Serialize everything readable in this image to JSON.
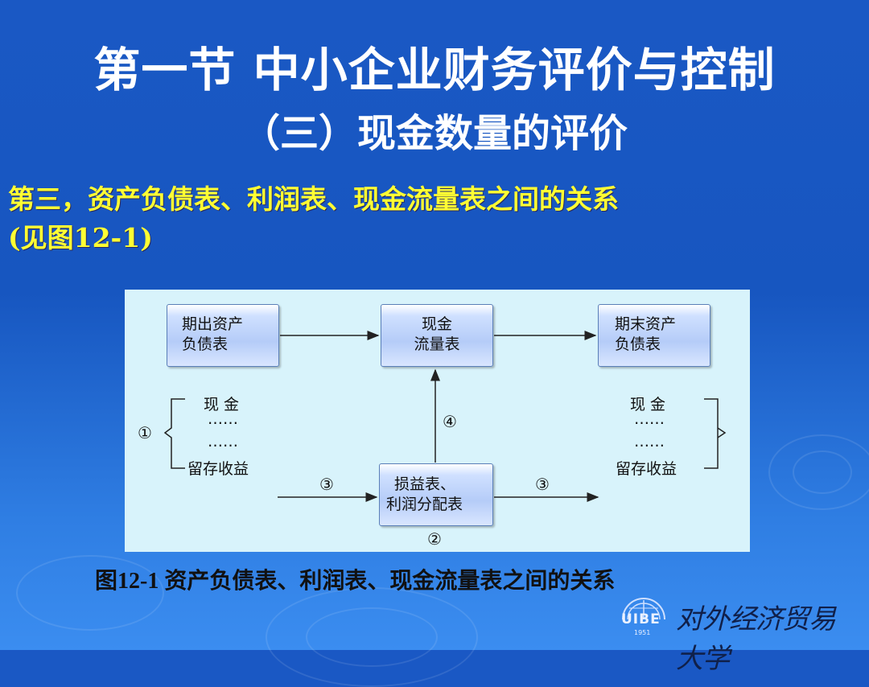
{
  "slide": {
    "title": "第一节 中小企业财务评价与控制",
    "subtitle": "（三）现金数量的评价",
    "heading_line1": "第三，资产负债表、利润表、现金流量表之间的关系",
    "heading_line2": "(见图12-1)",
    "caption": "图12-1  资产负债表、利润表、现金流量表之间的关系"
  },
  "diagram": {
    "box_begin": {
      "line1": "期出资产",
      "line2": "负债表"
    },
    "box_cash": {
      "line1": "现金",
      "line2": "流量表"
    },
    "box_end": {
      "line1": "期末资产",
      "line2": "负债表"
    },
    "box_income": {
      "line1": "损益表、",
      "line2": "利润分配表"
    },
    "left_list": {
      "top": "现 金",
      "dots1": "……",
      "dots2": "……",
      "bottom": "留存收益"
    },
    "right_list": {
      "top": "现 金",
      "dots1": "……",
      "dots2": "……",
      "bottom": "留存收益"
    },
    "markers": {
      "one": "①",
      "two": "②",
      "three_left": "③",
      "three_right": "③",
      "four": "④"
    }
  },
  "logo": {
    "abbr": "UIBE",
    "year": "1951",
    "name": "对外经济贸易大学"
  },
  "colors": {
    "background": "#1756c0",
    "title": "#ffffff",
    "heading": "#ffff33",
    "figure_bg": "#d8f3fb",
    "box_border": "#5a7fb8"
  }
}
